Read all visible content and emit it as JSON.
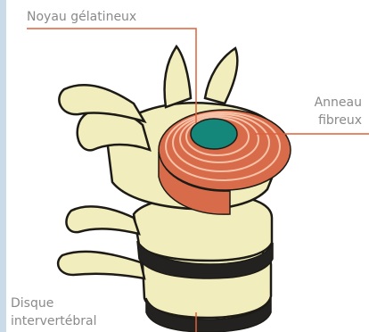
{
  "labels": {
    "nucleus": "Noyau gélatineux",
    "annulus": [
      "Anneau",
      "fibreux"
    ],
    "disc": [
      "Disque",
      "intervertébral"
    ]
  },
  "colors": {
    "label_text": "#8a8a8a",
    "leader_line": "#e0603a",
    "bone_fill": "#f2edbd",
    "bone_outline": "#1d1b16",
    "annulus_fill": "#d86c4a",
    "annulus_rings": "#f6c2a8",
    "nucleus_fill": "#14867a",
    "disc_dark": "#232220",
    "left_stripe": "#c9dbe8"
  }
}
